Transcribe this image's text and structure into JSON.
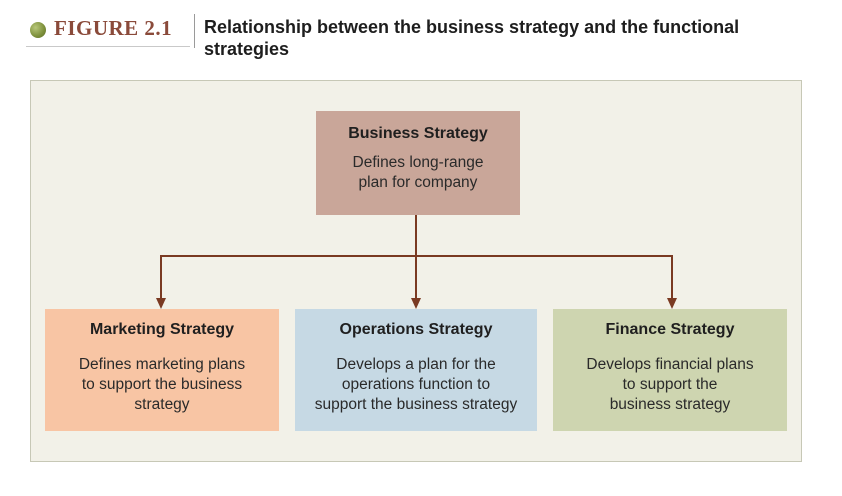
{
  "figure": {
    "label": "FIGURE 2.1",
    "title": "Relationship between the business strategy and the functional strategies"
  },
  "top_box": {
    "title": "Business Strategy",
    "description": "Defines long-range\nplan for company"
  },
  "functional_boxes": [
    {
      "title": "Marketing Strategy",
      "description": "Defines marketing plans\nto support the business\nstrategy"
    },
    {
      "title": "Operations Strategy",
      "description": "Develops a plan for the\noperations function to\nsupport the business strategy"
    },
    {
      "title": "Finance Strategy",
      "description": "Develops financial plans\nto support the\nbusiness strategy"
    }
  ],
  "colors": {
    "label": "#8a4a3a",
    "panel_background": "#f2f1e8",
    "business_box": "#c9a699",
    "marketing_box": "#f8c5a4",
    "operations_box": "#c6d9e4",
    "finance_box": "#ced5b0",
    "connector": "#7a3a22"
  }
}
